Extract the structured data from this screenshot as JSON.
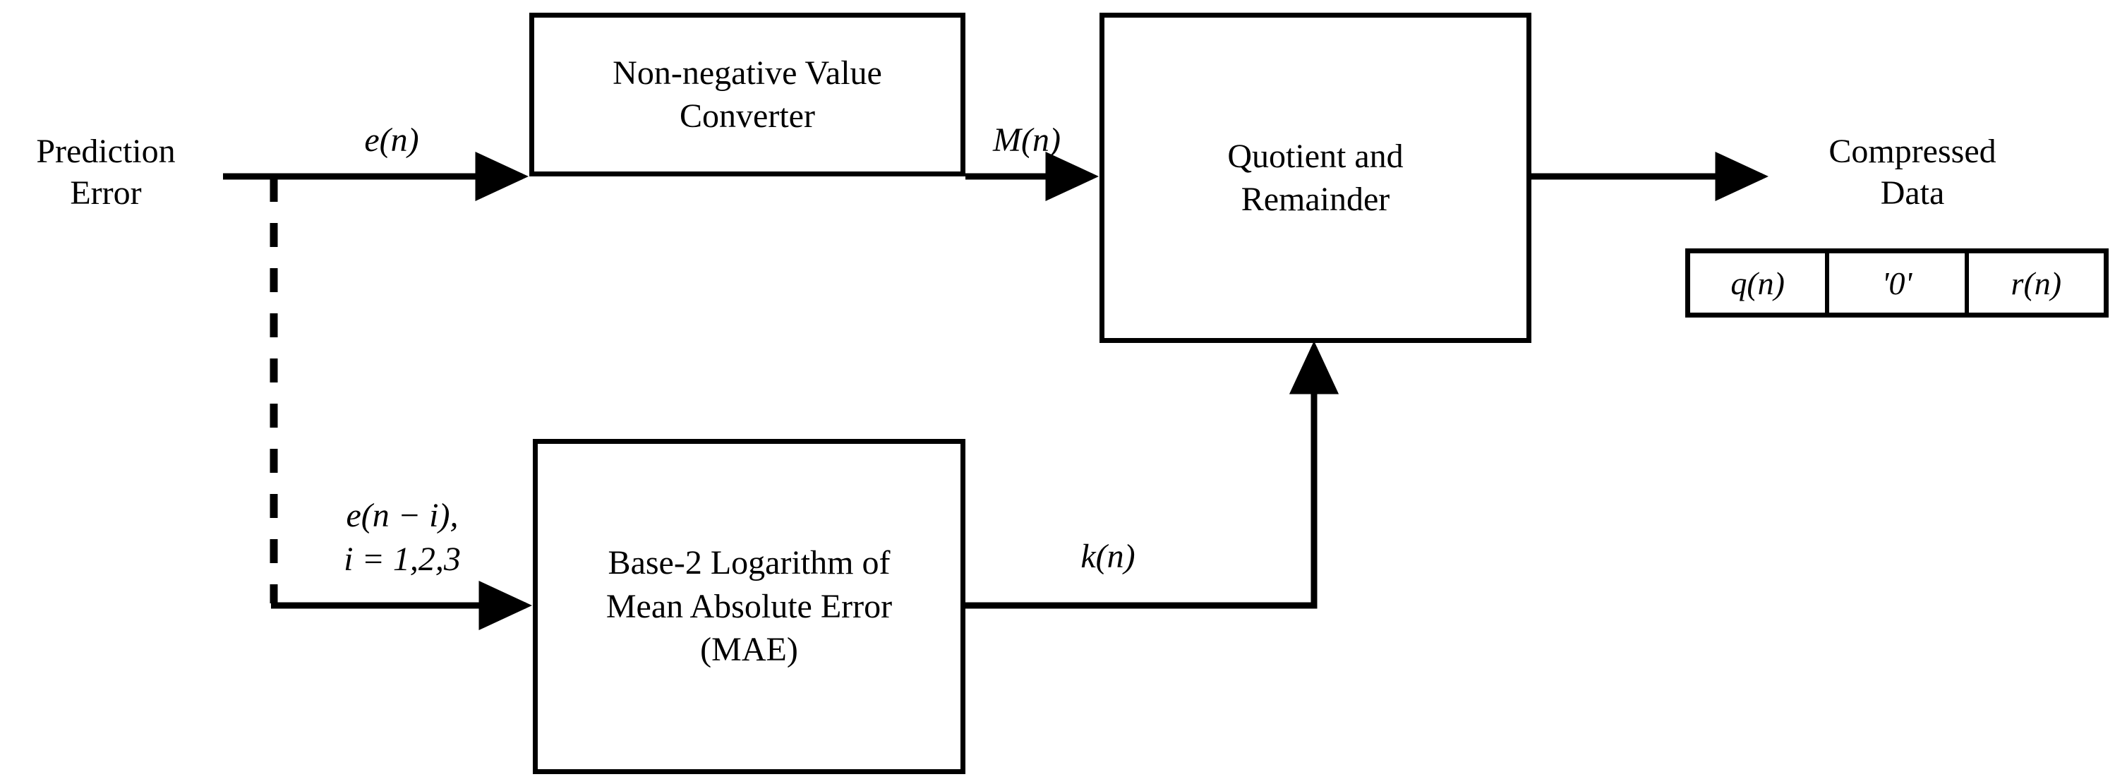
{
  "diagram": {
    "title": "Lossless compression block diagram",
    "ink_color": "#000000",
    "background_color": "#ffffff",
    "blocks": [
      {
        "id": "non-negative-value-converter",
        "label": "Non-negative Value\nConverter"
      },
      {
        "id": "quotient-and-remainder",
        "label": "Quotient and\nRemainder"
      },
      {
        "id": "base2-log-mae",
        "label": "Base-2 Logarithm of\nMean Absolute Error\n(MAE)"
      }
    ],
    "io_labels": {
      "input": "Prediction\nError",
      "output": "Compressed\nData"
    },
    "signal_labels": [
      {
        "id": "e-n",
        "text": "e(n)"
      },
      {
        "id": "m-n",
        "text": "M(n)"
      },
      {
        "id": "k-n",
        "text": "k(n)"
      },
      {
        "id": "e-n-minus-i",
        "text": "e(n − i),\ni = 1,2,3"
      }
    ],
    "bitfield": {
      "name": "compressed-codeword",
      "cells": [
        {
          "id": "quotient-field",
          "text": "q(n)"
        },
        {
          "id": "stop-bit-field",
          "text": "'0'"
        },
        {
          "id": "remainder-field",
          "text": "r(n)"
        }
      ]
    }
  }
}
